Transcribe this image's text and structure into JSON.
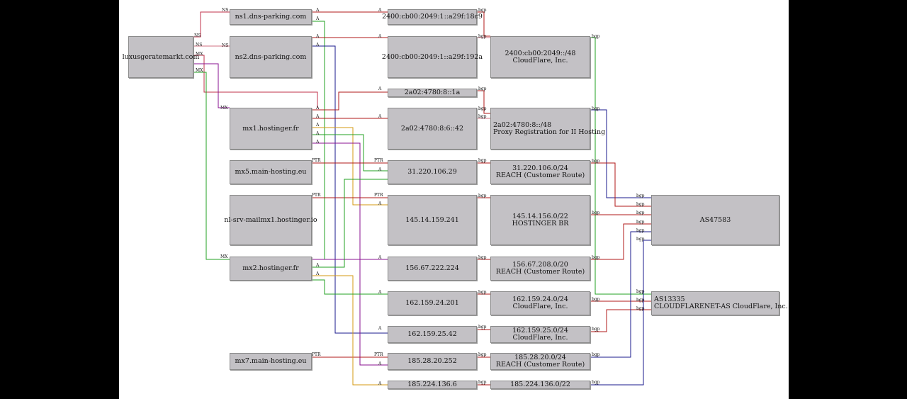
{
  "nodes": {
    "domain": "luxusgeratemarkt.com",
    "ns1": "ns1.dns-parking.com",
    "ns2": "ns2.dns-parking.com",
    "mx1": "mx1.hostinger.fr",
    "mx5": "mx5.main-hosting.eu",
    "nlsrv": "nl-srv-mailmx1.hostinger.io",
    "mx2": "mx2.hostinger.fr",
    "mx7": "mx7.main-hosting.eu",
    "ip6_a": "2400:cb00:2049:1::a29f:18c9",
    "ip6_b": "2400:cb00:2049:1::a29f:192a",
    "ip6_c": "2a02:4780:8::1a",
    "ip6_d": "2a02:4780:8:6::42",
    "ip_31": "31.220.106.29",
    "ip_145": "145.14.159.241",
    "ip_156": "156.67.222.224",
    "ip_162a": "162.159.24.201",
    "ip_162b": "162.159.25.42",
    "ip_185a": "185.28.20.252",
    "ip_185b": "185.224.136.6",
    "pfx_cf6": [
      "2400:cb00:2049::/48",
      "CloudFlare, Inc."
    ],
    "pfx_hg6": [
      "2a02:4780:8::/48",
      "Proxy Registration for II Hosting"
    ],
    "pfx_31": [
      "31.220.106.0/24",
      "REACH (Customer Route)"
    ],
    "pfx_145": [
      "145.14.156.0/22",
      "HOSTINGER BR"
    ],
    "pfx_156": [
      "156.67.208.0/20",
      "REACH (Customer Route)"
    ],
    "pfx_162a": [
      "162.159.24.0/24",
      "CloudFlare, Inc."
    ],
    "pfx_162b": [
      "162.159.25.0/24",
      "CloudFlare, Inc."
    ],
    "pfx_185a": [
      "185.28.20.0/24",
      "REACH (Customer Route)"
    ],
    "pfx_185b": "185.224.136.0/22",
    "as47583": "AS47583",
    "as13335": [
      "AS13335",
      "CLOUDFLARENET-AS CloudFlare, Inc."
    ]
  },
  "edge_labels": {
    "ns": "NS",
    "mx": "MX",
    "a": "A",
    "ptr": "PTR",
    "bgp": "bgp"
  },
  "colors": {
    "ns": "#c0304a",
    "red": "#b01818",
    "green": "#22a022",
    "blue": "#1a1a8c",
    "orange": "#d49a10",
    "purple": "#8a1090",
    "pink": "#d07080"
  }
}
